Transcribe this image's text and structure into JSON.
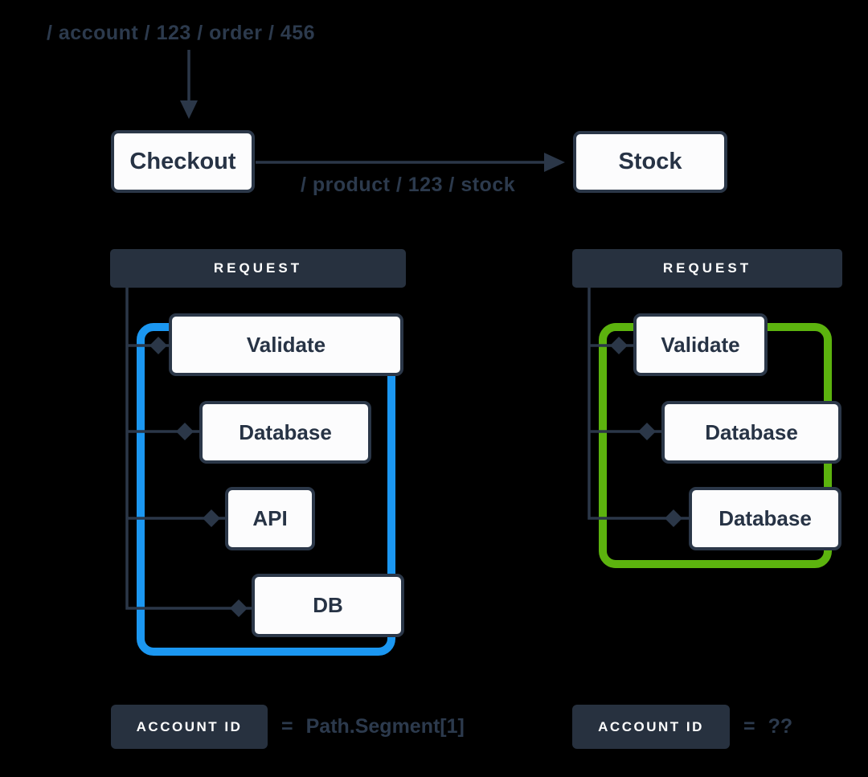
{
  "colors": {
    "background": "#000000",
    "navy": "#2b3748",
    "navy_fill": "#27313f",
    "box_fill": "#fcfcfd",
    "box_text": "#273345",
    "path_text": "#2c3a4d",
    "white_text": "#ffffff",
    "blue_highlight": "#1b97f1",
    "green_highlight": "#5cb30e"
  },
  "flow": {
    "incoming_path": "/ account / 123 / order / 456",
    "checkout_label": "Checkout",
    "stock_label": "Stock",
    "outgoing_path": "/ product / 123 / stock"
  },
  "left_trace": {
    "header": "REQUEST",
    "spans": [
      "Validate",
      "Database",
      "API",
      "DB"
    ]
  },
  "right_trace": {
    "header": "REQUEST",
    "spans": [
      "Validate",
      "Database",
      "Database"
    ]
  },
  "footer": {
    "left": {
      "badge": "ACCOUNT ID",
      "operator": "=",
      "value": "Path.Segment[1]"
    },
    "right": {
      "badge": "ACCOUNT ID",
      "operator": "=",
      "value": "??"
    }
  }
}
